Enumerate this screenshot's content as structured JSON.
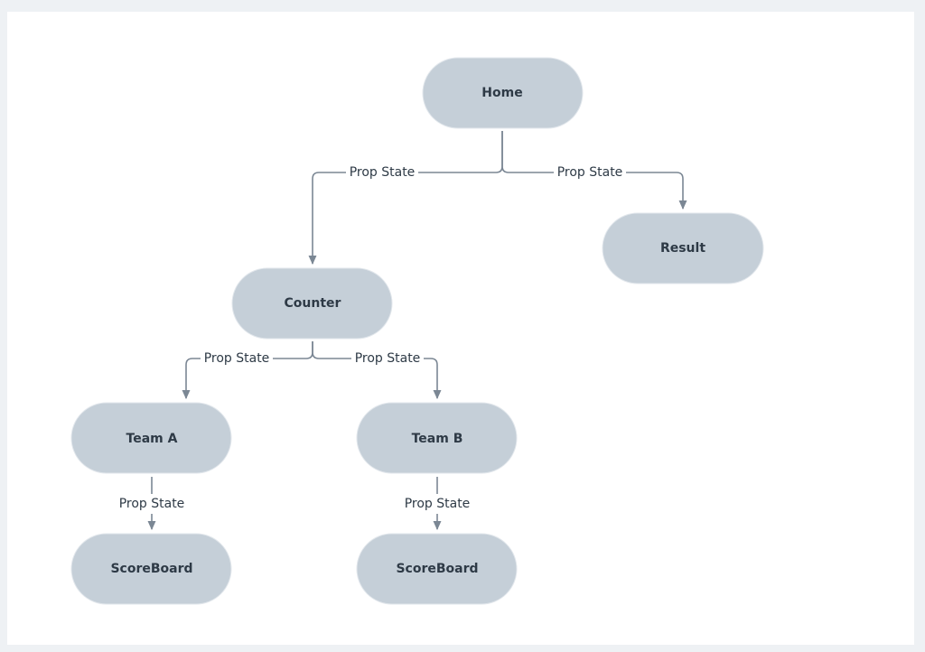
{
  "nodes": {
    "home": "Home",
    "result": "Result",
    "counter": "Counter",
    "team_a": "Team A",
    "team_b": "Team B",
    "scoreboard_a": "ScoreBoard",
    "scoreboard_b": "ScoreBoard"
  },
  "edges": {
    "home_counter": "Prop State",
    "home_result": "Prop State",
    "counter_team_a": "Prop State",
    "counter_team_b": "Prop State",
    "team_a_scoreboard": "Prop State",
    "team_b_scoreboard": "Prop State"
  },
  "colors": {
    "node_fill": "#c5cfd8",
    "edge_stroke": "#7b8794",
    "text": "#2e3a46",
    "background": "#eef1f4",
    "canvas": "#ffffff"
  }
}
